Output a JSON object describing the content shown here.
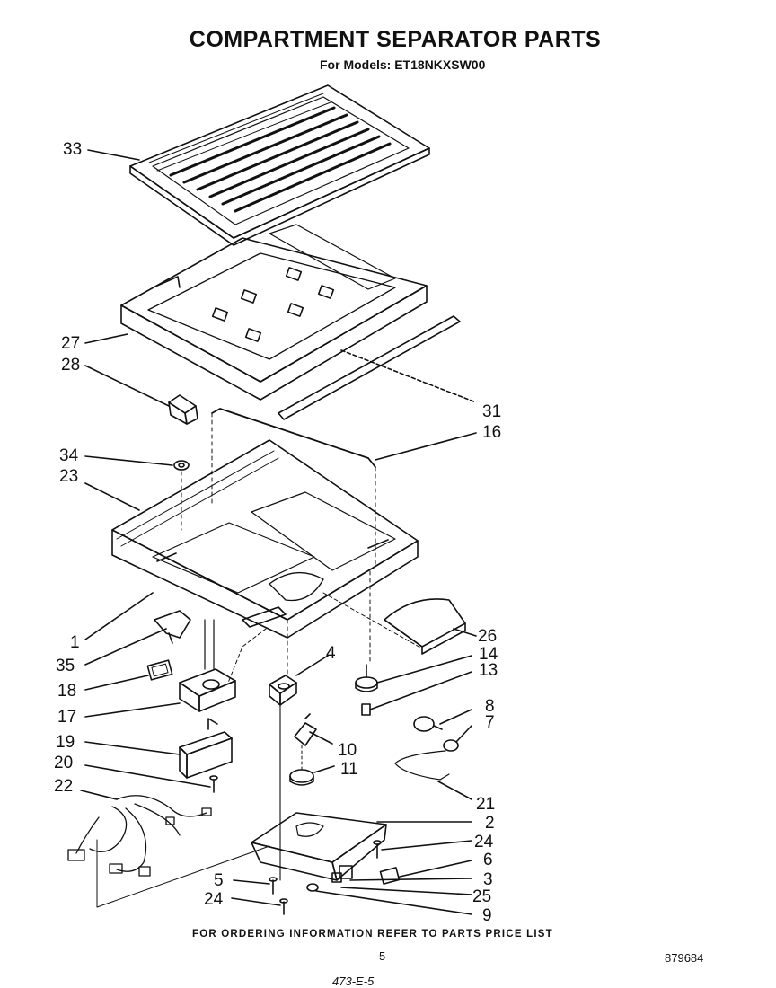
{
  "title": "COMPARTMENT SEPARATOR PARTS",
  "subtitle": "For Models: ET18NKXSW00",
  "callouts": {
    "p33": "33",
    "p27": "27",
    "p28": "28",
    "p31": "31",
    "p16": "16",
    "p34": "34",
    "p23": "23",
    "p1": "1",
    "p35": "35",
    "p26": "26",
    "p4": "4",
    "p14": "14",
    "p13": "13",
    "p18": "18",
    "p17": "17",
    "p8": "8",
    "p7": "7",
    "p19": "19",
    "p10": "10",
    "p20": "20",
    "p11": "11",
    "p22": "22",
    "p21": "21",
    "p2": "2",
    "p24a": "24",
    "p6": "6",
    "p5": "5",
    "p3": "3",
    "p25": "25",
    "p24b": "24",
    "p9": "9"
  },
  "footer": "FOR ORDERING INFORMATION REFER TO PARTS PRICE LIST",
  "page_number": "5",
  "doc_number": "879684",
  "scrawl": "473-E-5"
}
